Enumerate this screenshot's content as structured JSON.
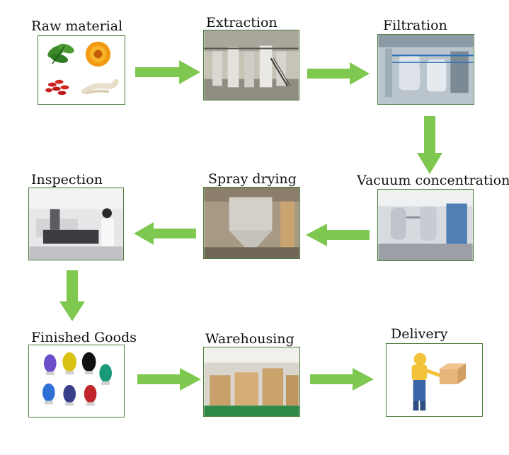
{
  "steps": {
    "raw_material": {
      "label": "Raw material"
    },
    "extraction": {
      "label": "Extraction"
    },
    "filtration": {
      "label": "Filtration"
    },
    "vacuum_concentration": {
      "label": "Vacuum concentration"
    },
    "spray_drying": {
      "label": "Spray drying"
    },
    "inspection": {
      "label": "Inspection"
    },
    "finished_goods": {
      "label": "Finished Goods"
    },
    "warehousing": {
      "label": "Warehousing"
    },
    "delivery": {
      "label": "Delivery"
    }
  },
  "colors": {
    "arrow": "#7ec850",
    "box_border": "#4a7d3a"
  }
}
